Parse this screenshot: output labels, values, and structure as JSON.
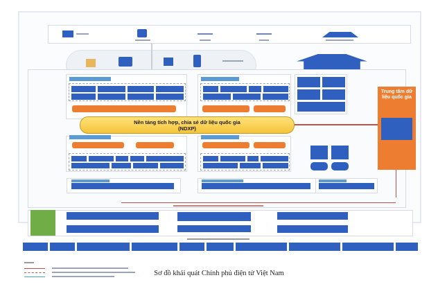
{
  "diagram": {
    "ndxp_label_line1": "Nền tảng tích hợp, chia sẻ dữ liệu quốc gia",
    "ndxp_label_line2": "(NDXP)",
    "national_data_center": "Trung tâm dữ liệu quốc gia"
  },
  "caption": "Sơ đồ khái quát Chính phủ điện tử Việt Nam",
  "colors": {
    "blue": "#2f5fbf",
    "orange": "#ed7d31",
    "yellow": "#f5c43a",
    "green": "#70ad47",
    "red": "#c0504d"
  }
}
